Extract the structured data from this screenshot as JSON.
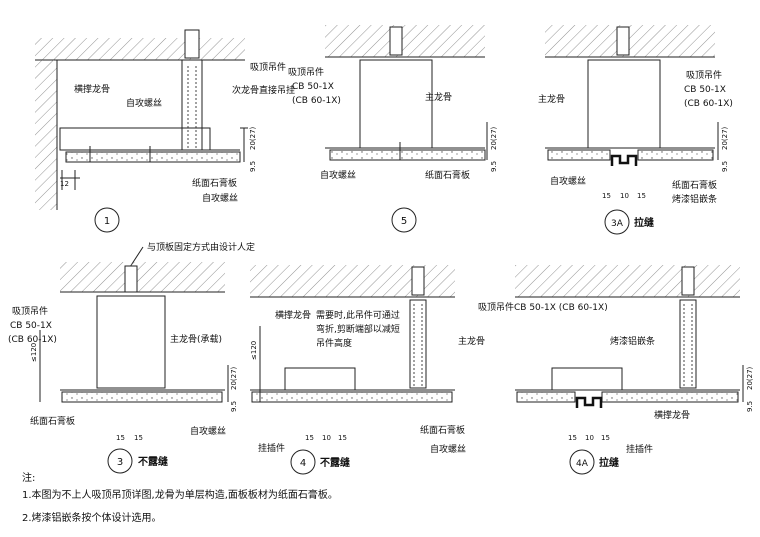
{
  "labels": {
    "d1": {
      "a": "横撑龙骨",
      "b": "自攻螺丝",
      "c": "吸顶吊件",
      "d": "次龙骨直接吊挂",
      "e": "纸面石膏板",
      "f": "自攻螺丝",
      "dim1": "20(27)",
      "dim2": "9.5",
      "dim3": "12"
    },
    "d5": {
      "a": "吸顶吊件",
      "b": "CB 50-1X",
      "c": "(CB 60-1X)",
      "d": "主龙骨",
      "e": "自攻螺丝",
      "f": "纸面石膏板",
      "dim1": "20(27)",
      "dim2": "9.5"
    },
    "d3a": {
      "a": "主龙骨",
      "b": "吸顶吊件",
      "c": "CB 50-1X",
      "d": "(CB 60-1X)",
      "e": "自攻螺丝",
      "f": "纸面石膏板",
      "g": "烤漆铝嵌条",
      "dim1": "20(27)",
      "dim2": "9.5",
      "dims": [
        "15",
        "10",
        "15"
      ]
    },
    "d3": {
      "top": "与顶板固定方式由设计人定",
      "a": "吸顶吊件",
      "b": "CB 50-1X",
      "c": "(CB 60-1X)",
      "d": "主龙骨(承载)",
      "e": "纸面石膏板",
      "f": "自攻螺丝",
      "dim0": "≤120",
      "dim1": "20(27)",
      "dim2": "9.5",
      "dims": [
        "15",
        "15"
      ]
    },
    "d4": {
      "a": "横撑龙骨",
      "b": "需要时,此吊件可通过",
      "c": "弯折,剪断端部以减短",
      "d": "吊件高度",
      "e": "吸顶吊件CB 50-1X (CB 60-1X)",
      "f": "主龙骨",
      "g": "挂插件",
      "h": "纸面石膏板",
      "i": "自攻螺丝",
      "dim0": "≤120",
      "dims": [
        "15",
        "10",
        "15"
      ]
    },
    "d4a": {
      "a": "烤漆铝嵌条",
      "b": "横撑龙骨",
      "c": "挂插件",
      "dim1": "20(27)",
      "dim2": "9.5",
      "dims": [
        "15",
        "10",
        "15"
      ]
    }
  },
  "callouts": [
    {
      "num": "1",
      "caption": ""
    },
    {
      "num": "5",
      "caption": ""
    },
    {
      "num": "3A",
      "caption": "拉缝"
    },
    {
      "num": "3",
      "caption": "不露缝"
    },
    {
      "num": "4",
      "caption": "不露缝"
    },
    {
      "num": "4A",
      "caption": "拉缝"
    }
  ],
  "notes": {
    "title": "注:",
    "n1": "1.本图为不上人吸顶吊顶详图,龙骨为单层构造,面板板材为纸面石膏板。",
    "n2": "2.烤漆铝嵌条按个体设计选用。"
  }
}
